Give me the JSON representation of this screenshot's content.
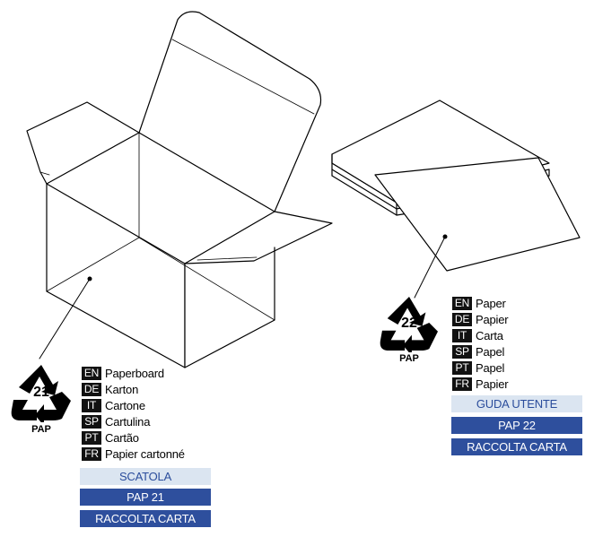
{
  "box_label": {
    "number": "21",
    "code": "PAP",
    "languages": [
      {
        "code": "EN",
        "text": "Paperboard"
      },
      {
        "code": "DE",
        "text": "Karton"
      },
      {
        "code": "IT",
        "text": "Cartone"
      },
      {
        "code": "SP",
        "text": "Cartulina"
      },
      {
        "code": "PT",
        "text": "Cartão"
      },
      {
        "code": "FR",
        "text": "Papier cartonné"
      }
    ],
    "tags": [
      "SCATOLA",
      "PAP 21",
      "RACCOLTA CARTA"
    ]
  },
  "paper_label": {
    "number": "22",
    "code": "PAP",
    "languages": [
      {
        "code": "EN",
        "text": "Paper"
      },
      {
        "code": "DE",
        "text": "Papier"
      },
      {
        "code": "IT",
        "text": "Carta"
      },
      {
        "code": "SP",
        "text": "Papel"
      },
      {
        "code": "PT",
        "text": "Papel"
      },
      {
        "code": "FR",
        "text": "Papier"
      }
    ],
    "tags": [
      "GUDA UTENTE",
      "PAP 22",
      "RACCOLTA CARTA"
    ]
  },
  "colors": {
    "tag_light_bg": "#dbe5f1",
    "tag_light_text": "#2b4d9c",
    "tag_dark_bg": "#2e4f9d"
  },
  "icons": [
    "recycle-icon"
  ]
}
